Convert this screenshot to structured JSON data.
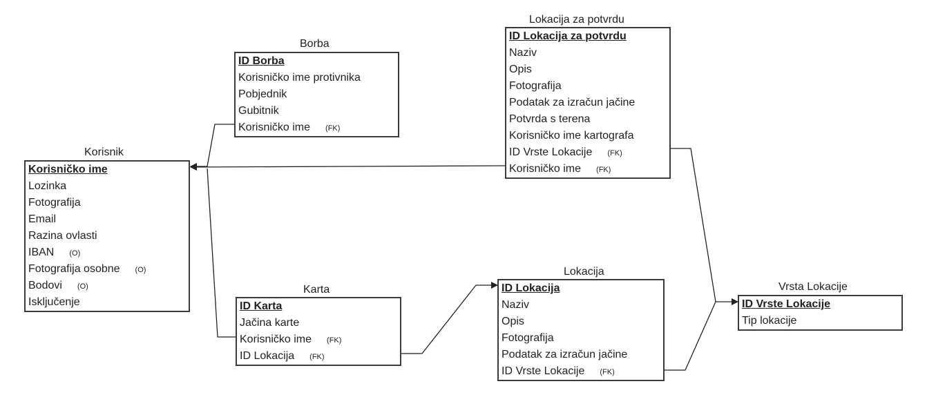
{
  "entities": {
    "borba": {
      "title": "Borba",
      "pk": "ID Borba",
      "fields": [
        {
          "label": "Korisničko ime protivnika",
          "tag": ""
        },
        {
          "label": "Pobjednik",
          "tag": ""
        },
        {
          "label": "Gubitnik",
          "tag": ""
        },
        {
          "label": "Korisničko ime",
          "tag": "(FK)"
        }
      ]
    },
    "lokacija_za_potvrdu": {
      "title": "Lokacija za potvrdu",
      "pk": "ID Lokacija za potvrdu",
      "fields": [
        {
          "label": "Naziv",
          "tag": ""
        },
        {
          "label": "Opis",
          "tag": ""
        },
        {
          "label": "Fotografija",
          "tag": ""
        },
        {
          "label": "Podatak za izračun jačine",
          "tag": ""
        },
        {
          "label": "Potvrda s terena",
          "tag": ""
        },
        {
          "label": "Korisničko ime kartografa",
          "tag": ""
        },
        {
          "label": "ID Vrste Lokacije",
          "tag": "(FK)"
        },
        {
          "label": "Korisničko ime",
          "tag": "(FK)"
        }
      ]
    },
    "korisnik": {
      "title": "Korisnik",
      "pk": "Korisničko ime",
      "fields": [
        {
          "label": "Lozinka",
          "tag": ""
        },
        {
          "label": "Fotografija",
          "tag": ""
        },
        {
          "label": "Email",
          "tag": ""
        },
        {
          "label": "Razina ovlasti",
          "tag": ""
        },
        {
          "label": "IBAN",
          "tag": "(O)"
        },
        {
          "label": "Fotografija osobne",
          "tag": "(O)"
        },
        {
          "label": "Bodovi",
          "tag": "(O)"
        },
        {
          "label": "Isključenje",
          "tag": ""
        }
      ]
    },
    "karta": {
      "title": "Karta",
      "pk": "ID Karta",
      "fields": [
        {
          "label": "Jačina karte",
          "tag": ""
        },
        {
          "label": "Korisničko ime",
          "tag": "(FK)"
        },
        {
          "label": "ID Lokacija",
          "tag": "(FK)"
        }
      ]
    },
    "lokacija": {
      "title": "Lokacija",
      "pk": "ID Lokacija",
      "fields": [
        {
          "label": "Naziv",
          "tag": ""
        },
        {
          "label": "Opis",
          "tag": ""
        },
        {
          "label": "Fotografija",
          "tag": ""
        },
        {
          "label": "Podatak za izračun jačine",
          "tag": ""
        },
        {
          "label": "ID Vrste Lokacije",
          "tag": "(FK)"
        }
      ]
    },
    "vrsta_lokacije": {
      "title": "Vrsta Lokacije",
      "pk": "ID Vrste Lokacije",
      "fields": [
        {
          "label": "Tip lokacije",
          "tag": ""
        }
      ]
    }
  },
  "colors": {
    "border": "#3a3a3a",
    "line": "#222222",
    "text": "#222222",
    "background": "#ffffff"
  }
}
